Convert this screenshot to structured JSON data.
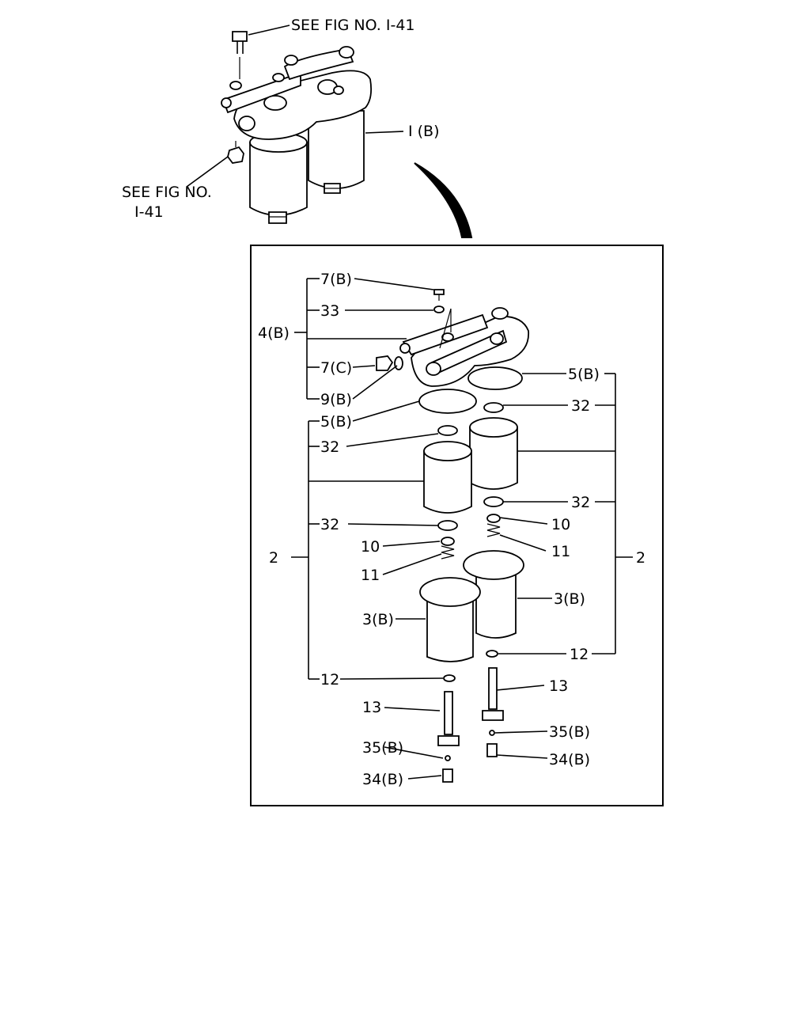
{
  "overview": {
    "see_fig_top": "SEE FIG NO. I-41",
    "see_fig_left_1": "SEE FIG NO.",
    "see_fig_left_2": "I-41",
    "assembly_label": "I (B)"
  },
  "callouts": {
    "c_7b": "7(B)",
    "c_33": "33",
    "c_4b": "4(B)",
    "c_7c": "7(C)",
    "c_9b": "9(B)",
    "c_5b_left": "5(B)",
    "c_5b_right": "5(B)",
    "c_32_a": "32",
    "c_32_b": "32",
    "c_32_c": "32",
    "c_32_d": "32",
    "c_10_left": "10",
    "c_11_left": "11",
    "c_10_right": "10",
    "c_11_right": "11",
    "c_2_left": "2",
    "c_2_right": "2",
    "c_3b_left": "3(B)",
    "c_3b_right": "3(B)",
    "c_12_left": "12",
    "c_12_right": "12",
    "c_13_left": "13",
    "c_13_right": "13",
    "c_35b_left": "35(B)",
    "c_35b_right": "35(B)",
    "c_34b_left": "34(B)",
    "c_34b_right": "34(B)"
  }
}
